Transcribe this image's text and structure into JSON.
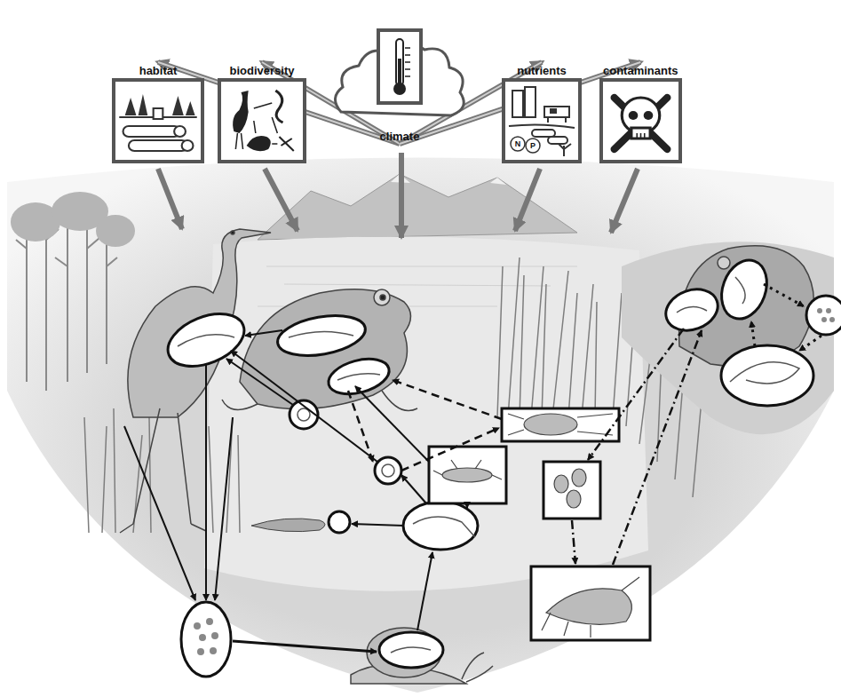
{
  "diagram": {
    "nodes": [
      {
        "text": [
          "habitat"
        ]
      },
      {
        "text": [
          "biodiversity"
        ]
      },
      {
        "text": [
          "climate"
        ]
      },
      {
        "text": [
          "nutrients"
        ]
      },
      {
        "text": [
          "contaminants"
        ]
      }
    ],
    "edges": [
      {
        "from": 2,
        "to": 0,
        "arrow": "to"
      },
      {
        "from": 2,
        "to": 1,
        "arrow": "to"
      },
      {
        "from": 2,
        "to": 3,
        "arrow": "to"
      },
      {
        "from": 2,
        "to": 4,
        "arrow": "to"
      }
    ],
    "labels": [
      "N",
      "P"
    ]
  }
}
